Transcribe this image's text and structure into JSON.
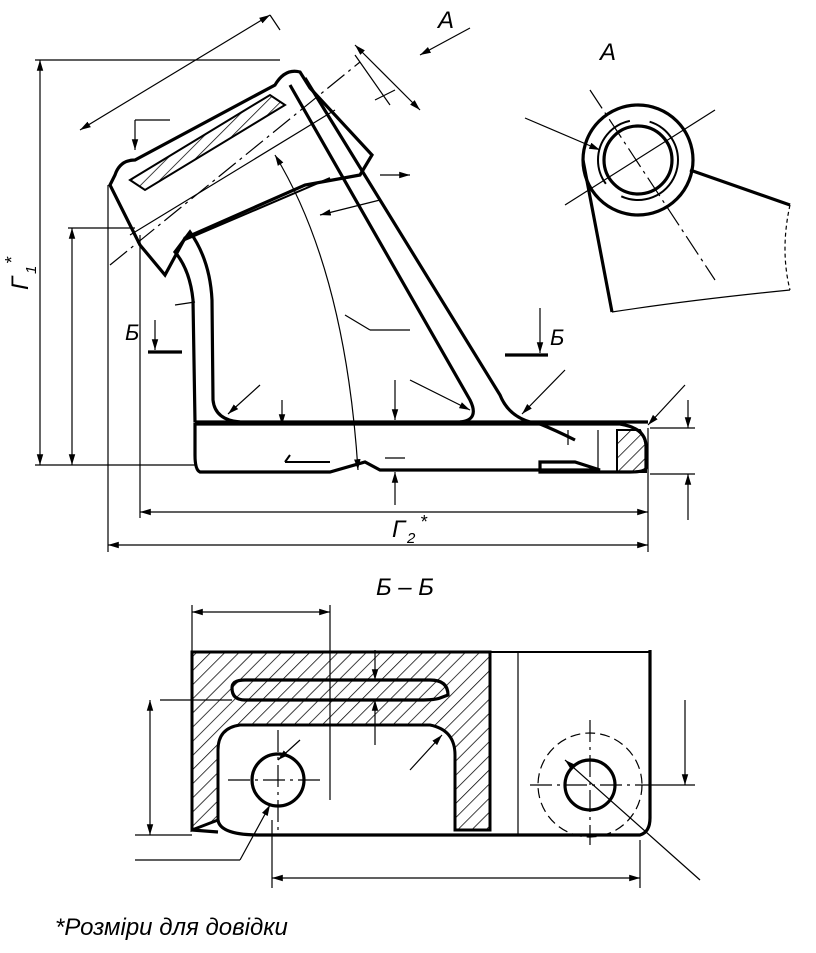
{
  "labels": {
    "view_arrow": "А",
    "view_title": "А",
    "section_left": "Б",
    "section_right": "Б",
    "section_title": "Б – Б",
    "dim_g1": "Г",
    "dim_g1_sub": "1",
    "dim_g1_star": "*",
    "dim_g2": "Г",
    "dim_g2_sub": "2",
    "dim_g2_star": "*"
  },
  "footnote": "*Розміри для довідки",
  "colors": {
    "ink": "#000000",
    "paper": "#ffffff"
  }
}
